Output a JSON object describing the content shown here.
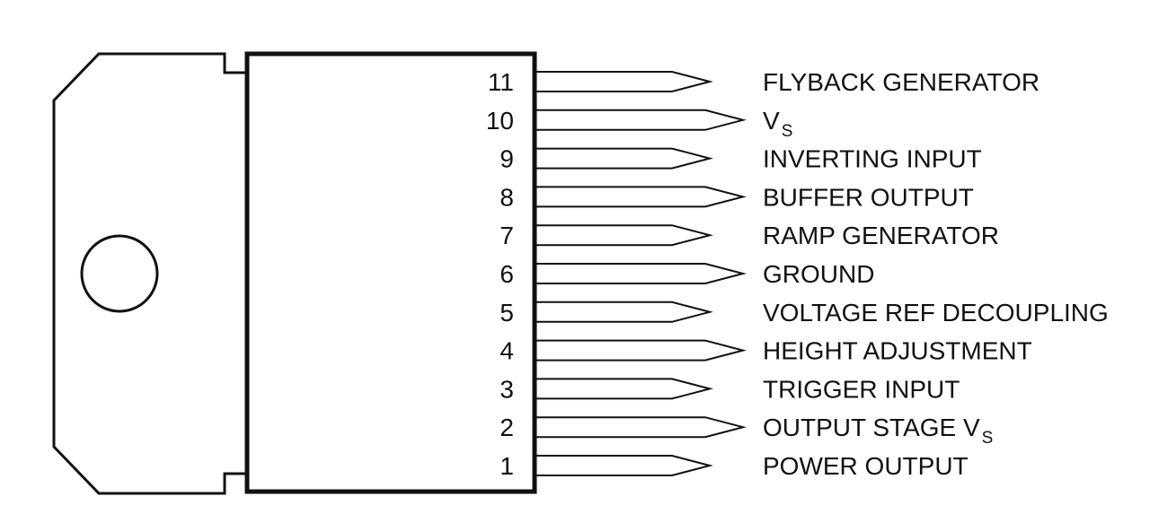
{
  "diagram": {
    "package": {
      "pins": [
        {
          "number": "11",
          "label": "FLYBACK GENERATOR"
        },
        {
          "number": "10",
          "label": "V",
          "label_sub": "S"
        },
        {
          "number": "9",
          "label": "INVERTING INPUT"
        },
        {
          "number": "8",
          "label": "BUFFER OUTPUT"
        },
        {
          "number": "7",
          "label": "RAMP GENERATOR"
        },
        {
          "number": "6",
          "label": "GROUND"
        },
        {
          "number": "5",
          "label": "VOLTAGE REF DECOUPLING"
        },
        {
          "number": "4",
          "label": "HEIGHT ADJUSTMENT"
        },
        {
          "number": "3",
          "label": "TRIGGER INPUT"
        },
        {
          "number": "2",
          "label": "OUTPUT STAGE V",
          "label_sub": "S"
        },
        {
          "number": "1",
          "label": "POWER OUTPUT"
        }
      ]
    }
  }
}
